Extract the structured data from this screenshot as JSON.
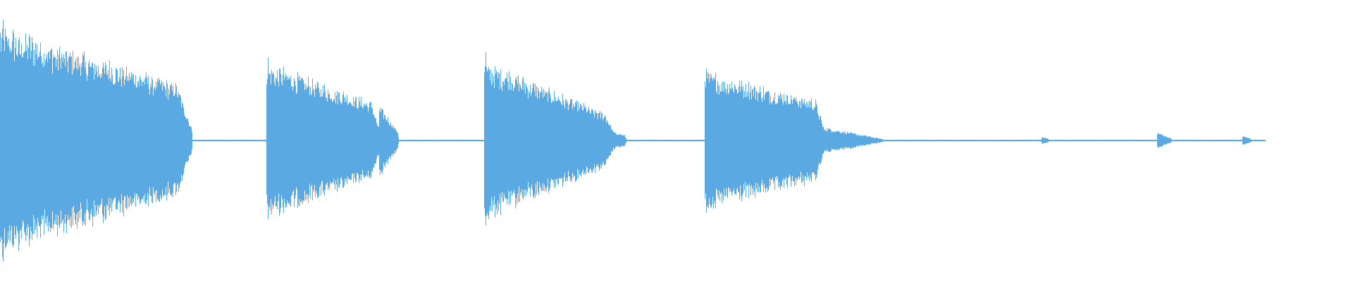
{
  "waveform": {
    "color": "#5aa9e2",
    "background": "#ffffff",
    "segments": [
      {
        "start": 0.0,
        "end": 0.142,
        "peak": 0.95,
        "decay": 0.55
      },
      {
        "start": 0.197,
        "end": 0.281,
        "peak": 0.65,
        "decay": 0.55
      },
      {
        "start": 0.28,
        "end": 0.295,
        "peak": 0.3,
        "decay": 0.8
      },
      {
        "start": 0.358,
        "end": 0.455,
        "peak": 0.66,
        "decay": 0.72
      },
      {
        "start": 0.446,
        "end": 0.463,
        "peak": 0.1,
        "decay": 0.6
      },
      {
        "start": 0.521,
        "end": 0.61,
        "peak": 0.58,
        "decay": 0.45
      },
      {
        "start": 0.605,
        "end": 0.655,
        "peak": 0.12,
        "decay": 0.95
      },
      {
        "start": 0.77,
        "end": 0.775,
        "peak": 0.03,
        "decay": 0.5
      },
      {
        "start": 0.855,
        "end": 0.866,
        "peak": 0.07,
        "decay": 0.8
      },
      {
        "start": 0.918,
        "end": 0.925,
        "peak": 0.04,
        "decay": 0.7
      }
    ],
    "silence_end": 0.935,
    "spikes": [
      {
        "at": 0.002,
        "peak": 1.0
      },
      {
        "at": 0.198,
        "peak": 0.68
      },
      {
        "at": 0.359,
        "peak": 0.72
      },
      {
        "at": 0.447,
        "peak": 0.16
      },
      {
        "at": 0.522,
        "peak": 0.62
      }
    ]
  }
}
